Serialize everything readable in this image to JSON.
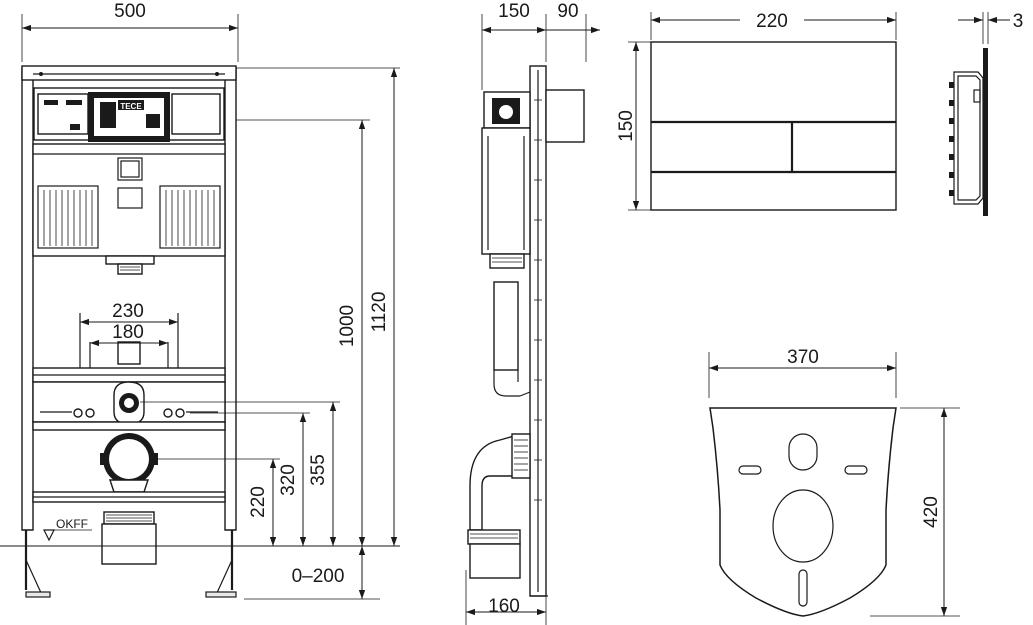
{
  "dimensions": {
    "frame_width": "500",
    "side_depth": "150",
    "side_offset": "90",
    "plate_width": "220",
    "plate_thickness": "3",
    "plate_height": "150",
    "pipe_spacing_outer": "230",
    "pipe_spacing_inner": "180",
    "height_1000": "1000",
    "height_1120": "1120",
    "height_220": "220",
    "height_320": "320",
    "height_355": "355",
    "adjust_range": "0–200",
    "bend_depth": "160",
    "mat_width": "370",
    "mat_height": "420"
  },
  "labels": {
    "floor_level": "OKFF",
    "brand": "TECE"
  }
}
